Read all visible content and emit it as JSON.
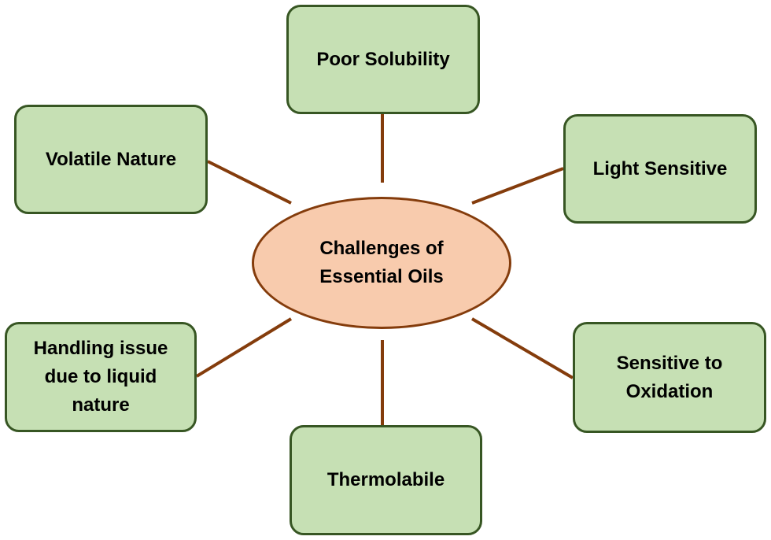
{
  "center": {
    "label": "Challenges of\nEssential Oils"
  },
  "nodes": {
    "poor_solubility": "Poor Solubility",
    "volatile_nature": "Volatile Nature",
    "light_sensitive": "Light Sensitive",
    "handling_issue": "Handling issue\ndue to liquid\nnature",
    "sensitive_oxidation": "Sensitive to\nOxidation",
    "thermolabile": "Thermolabile"
  },
  "colors": {
    "node_fill": "#c6e0b4",
    "node_border": "#375623",
    "center_fill": "#f8cbad",
    "center_border": "#843c0c",
    "connector": "#843c0c"
  }
}
